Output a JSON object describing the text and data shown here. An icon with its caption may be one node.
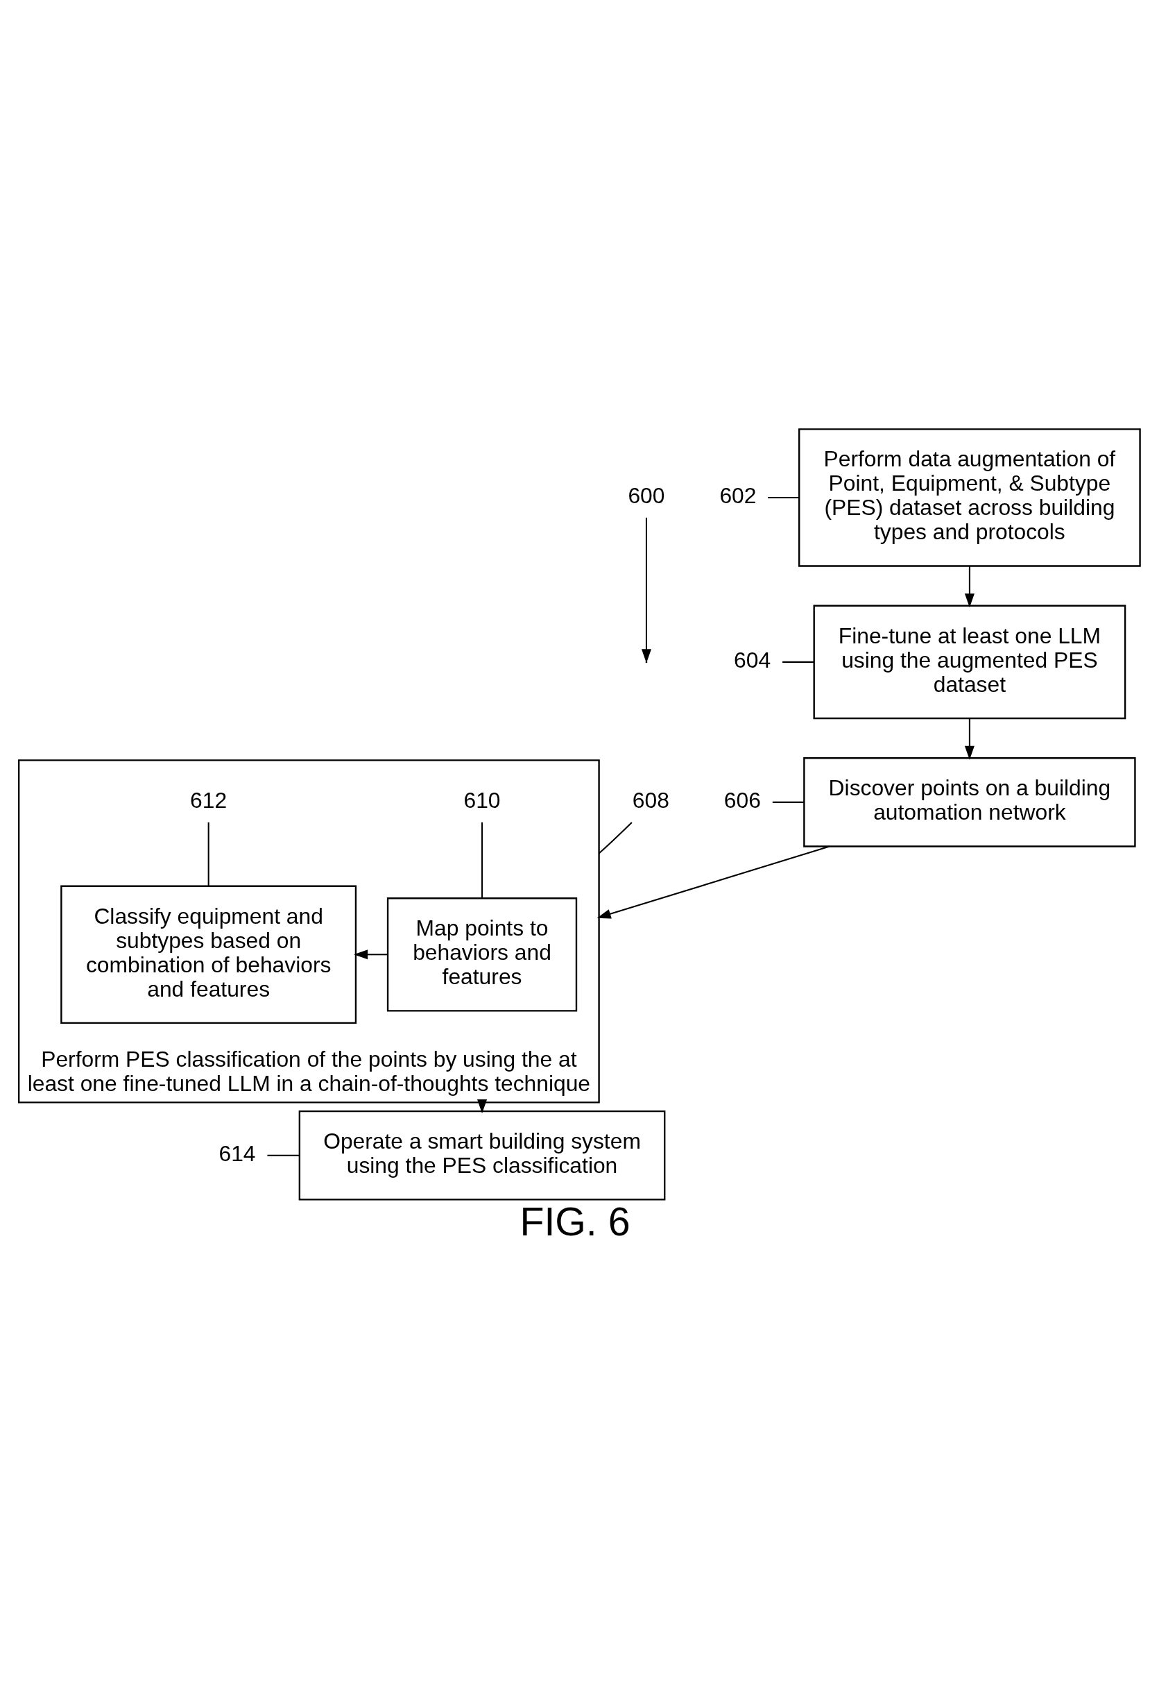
{
  "diagram": {
    "caption": "FIG. 6",
    "nodes": [
      {
        "text": [
          "600"
        ]
      },
      {
        "text": [
          "602"
        ]
      },
      {
        "text": [
          "Perform data augmentation of Point, Equipment, & Subtype (PES) dataset across building types and protocols"
        ]
      },
      {
        "text": [
          "604"
        ]
      },
      {
        "text": [
          "Fine-tune at least one LLM using the augmented PES dataset"
        ]
      },
      {
        "text": [
          "606"
        ]
      },
      {
        "text": [
          "Discover points on a building automation network"
        ]
      },
      {
        "text": [
          "608"
        ]
      },
      {
        "text": [
          "Perform PES classification of the points by using the at least one fine-tuned LLM in a chain-of-thoughts technique"
        ]
      },
      {
        "text": [
          "610"
        ],
        "in": 8
      },
      {
        "text": [
          "Map points to behaviors and features"
        ],
        "in": 8
      },
      {
        "text": [
          "612"
        ],
        "in": 8
      },
      {
        "text": [
          "Classify equipment and subtypes based on combination of behaviors and features"
        ],
        "in": 8
      },
      {
        "text": [
          "614"
        ]
      },
      {
        "text": [
          "Operate a smart building system using the PES classification"
        ]
      }
    ],
    "edges": [
      {
        "from": 0,
        "to": null,
        "arrow": "to"
      },
      {
        "from": 1,
        "to": 2,
        "arrow": "none"
      },
      {
        "from": 2,
        "to": 4,
        "arrow": "to"
      },
      {
        "from": 3,
        "to": 4,
        "arrow": "none"
      },
      {
        "from": 4,
        "to": 6,
        "arrow": "to"
      },
      {
        "from": 5,
        "to": 6,
        "arrow": "none"
      },
      {
        "from": 6,
        "to": 8,
        "arrow": "to"
      },
      {
        "from": 7,
        "to": 8,
        "arrow": "none"
      },
      {
        "from": 9,
        "to": 10,
        "arrow": "none"
      },
      {
        "from": 10,
        "to": 12,
        "arrow": "to"
      },
      {
        "from": 11,
        "to": 12,
        "arrow": "none"
      },
      {
        "from": 8,
        "to": 14,
        "arrow": "to"
      },
      {
        "from": 13,
        "to": 14,
        "arrow": "none"
      }
    ]
  }
}
